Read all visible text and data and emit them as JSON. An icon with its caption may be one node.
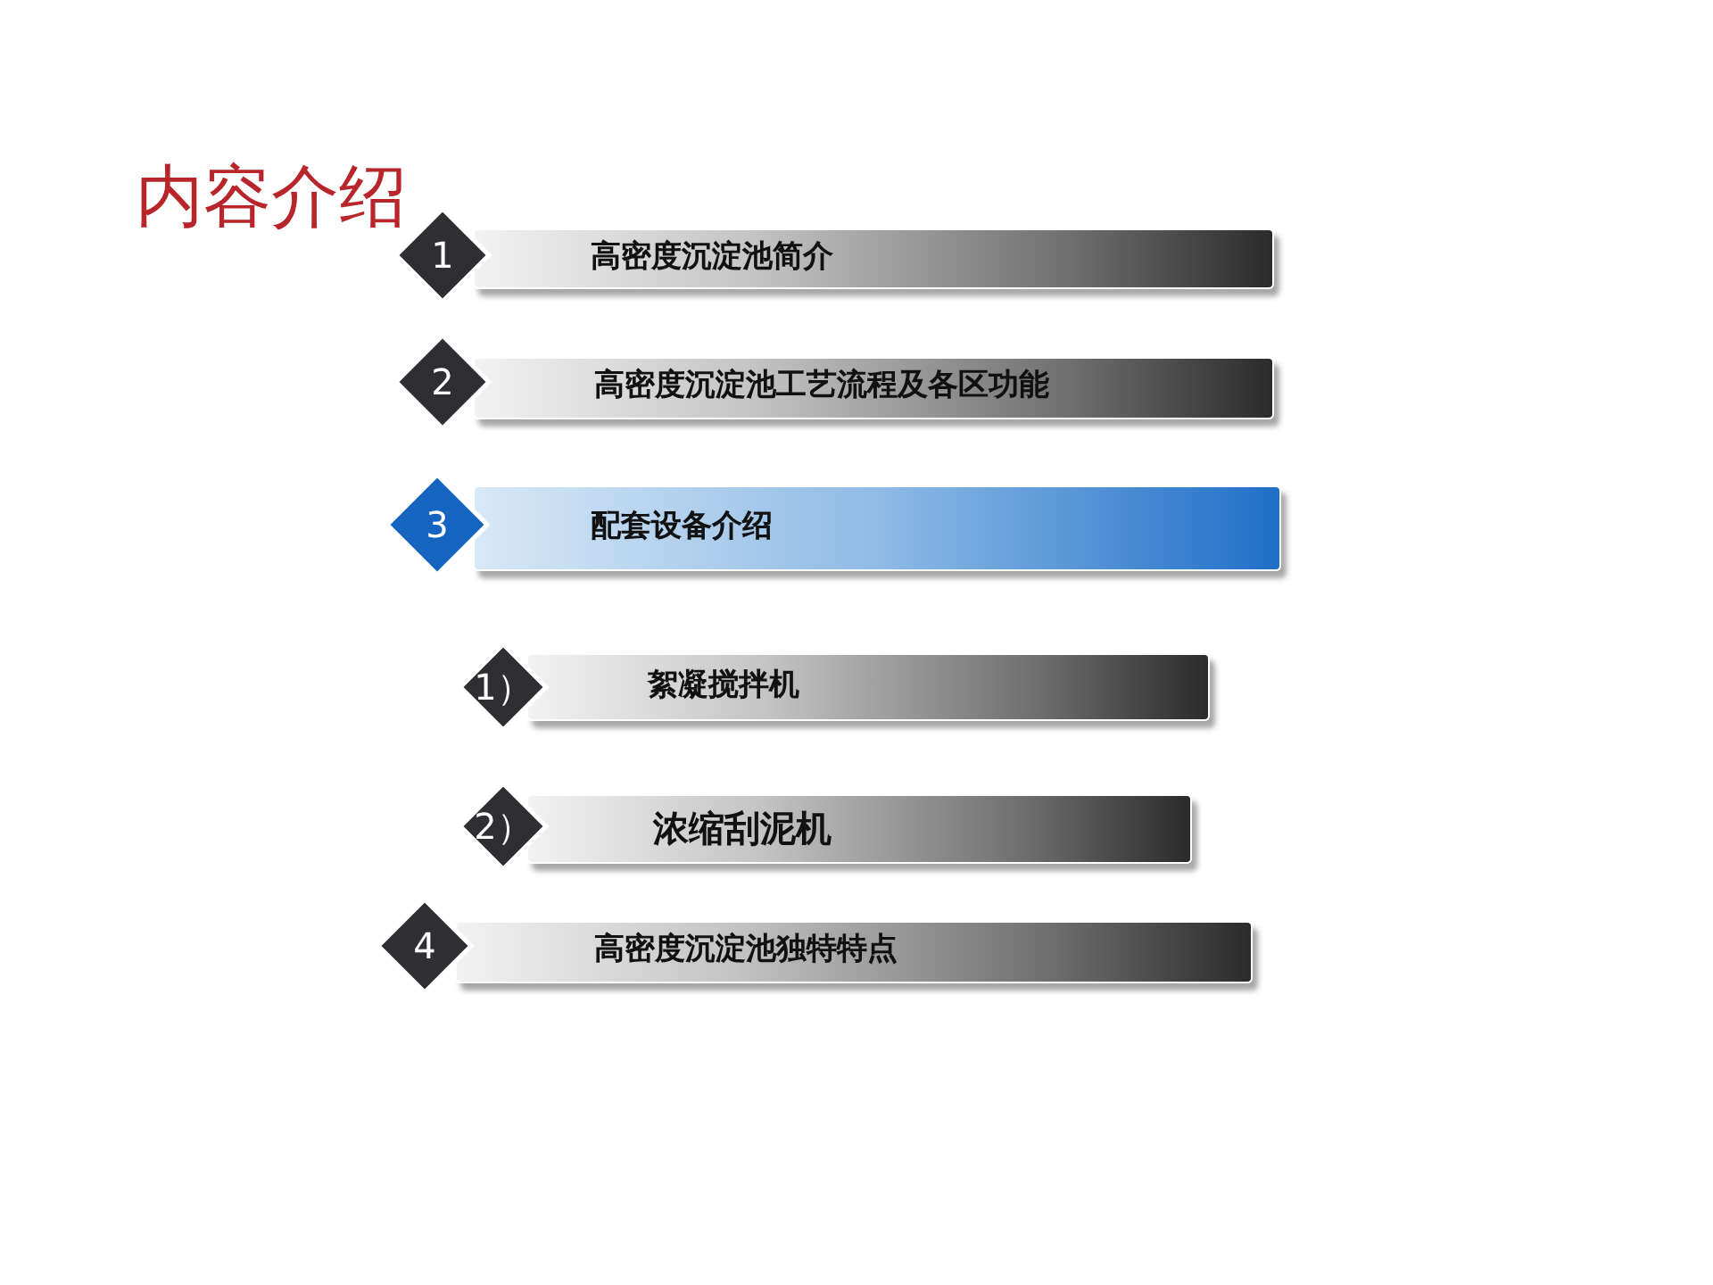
{
  "diagram": {
    "title": "内容介绍",
    "nodes": [
      {
        "text": [
          "1",
          "高密度沉淀池简介"
        ]
      },
      {
        "text": [
          "2",
          "高密度沉淀池工艺流程及各区功能"
        ]
      },
      {
        "text": [
          "3",
          "配套设备介绍"
        ]
      },
      {
        "text": [
          "1）",
          "絮凝搅拌机"
        ]
      },
      {
        "text": [
          "2）",
          "浓缩刮泥机"
        ]
      },
      {
        "text": [
          "4",
          "高密度沉淀池独特特点"
        ]
      }
    ]
  }
}
